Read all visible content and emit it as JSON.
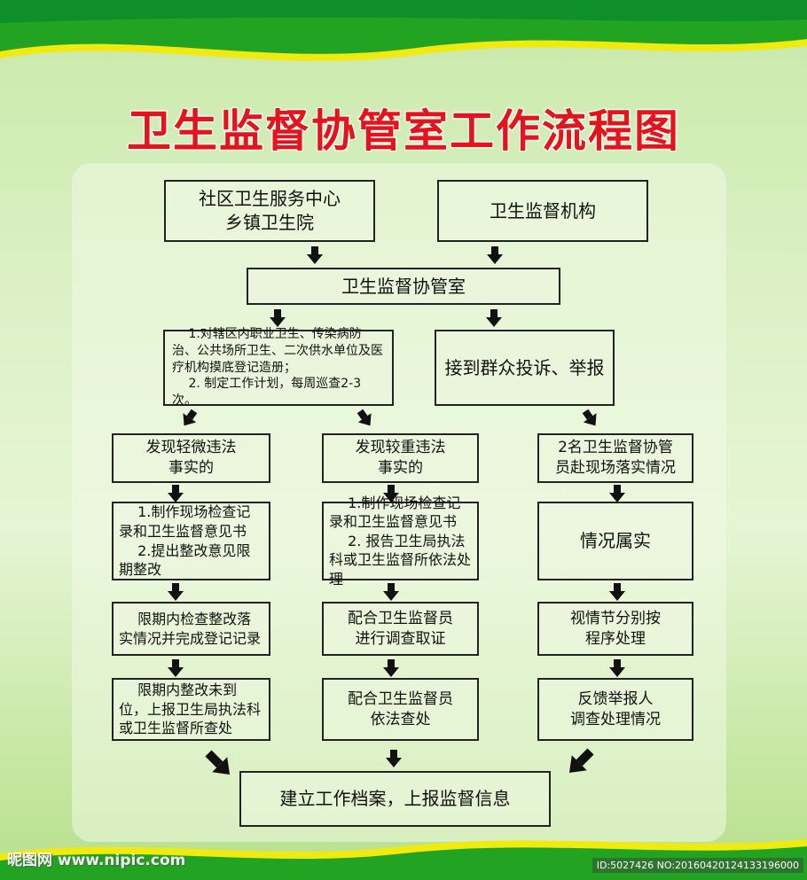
{
  "title": "卫生监督协管室工作流程图",
  "colors": {
    "title": "#e3141b",
    "wave_green": "#1f9e1f",
    "wave_yellow": "#f5e90c"
  },
  "nodes": {
    "source_left": "社区卫生服务中心\n乡镇卫生院",
    "source_right": "卫生监督机构",
    "office": "卫生监督协管室",
    "duties": "　 1.对辖区内职业卫生、传染病防治、公共场所卫生、二次供水单位及医疗机构摸底登记造册；\n　 2. 制定工作计划，每周巡查2-3次。",
    "complaint": "接到群众投诉、举报",
    "minor": "发现轻微违法\n事实的",
    "serious": "发现较重违法\n事实的",
    "dispatch": "2名卫生监督协管\n员赴现场落实情况",
    "minor_step1": "　 1.制作现场检查记录和卫生监督意见书\n　 2.提出整改意见限期整改",
    "serious_step1": "　 1.制作现场检查记录和卫生监督意见书\n　 2. 报告卫生局执法科或卫生监督所依法处理",
    "confirmed": "情况属实",
    "minor_step2": "　 限期内检查整改落实情况并完成登记记录",
    "serious_step2": "配合卫生监督员\n进行调查取证",
    "handle": "视情节分别按\n程序处理",
    "minor_step3": "　 限期内整改未到位，上报卫生局执法科或卫生监督所查处",
    "serious_step3": "配合卫生监督员\n依法查处",
    "feedback": "反馈举报人\n调查处理情况",
    "final": "建立工作档案，上报监督信息"
  },
  "watermark": {
    "left": "昵图网 www.nipic.com",
    "right": "ID:5027426 NO:20160420124133196000"
  }
}
